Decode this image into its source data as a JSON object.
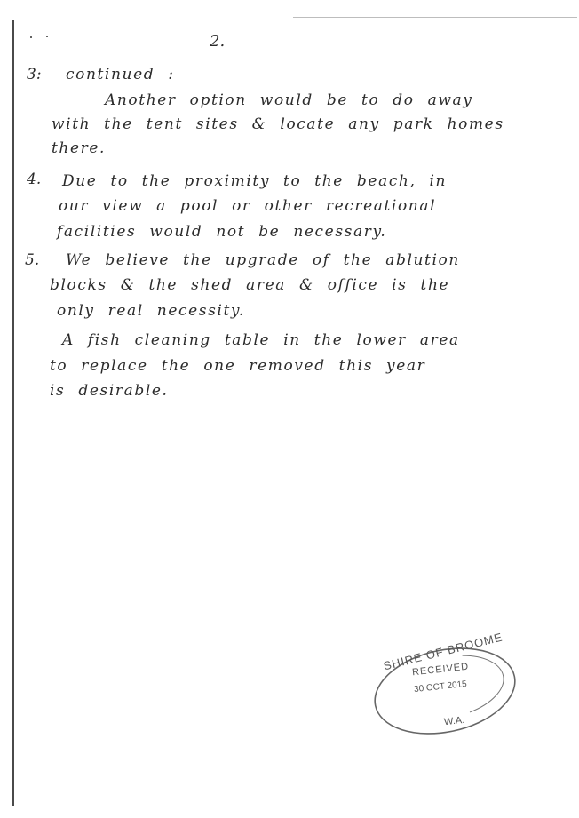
{
  "page": {
    "number": "2."
  },
  "items": [
    {
      "number": "3:",
      "heading": "continued :",
      "lines": [
        "Another option would be to do away",
        "with the tent sites & locate any park homes",
        "there."
      ]
    },
    {
      "number": "4.",
      "lines": [
        "Due to the proximity to the beach, in",
        "our view a pool or other recreational",
        "facilities would not be necessary."
      ]
    },
    {
      "number": "5.",
      "lines": [
        "We believe the upgrade of the ablution",
        "blocks & the shed area & office is the",
        "only real necessity.",
        "A fish cleaning table in the lower area",
        "to replace the one removed this year",
        "is desirable."
      ]
    }
  ],
  "stamp": {
    "org": "SHIRE OF BROOME",
    "status": "RECEIVED",
    "date": "30 OCT 2015",
    "state": "W.A.",
    "color": "#555555"
  }
}
